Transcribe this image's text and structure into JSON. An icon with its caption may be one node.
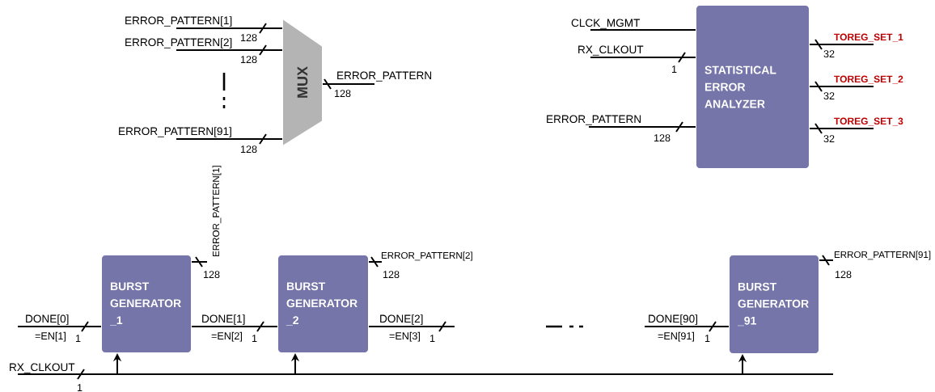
{
  "diagram": {
    "nodes": [
      {
        "text": [
          "MUX"
        ]
      },
      {
        "text": [
          "STATISTICAL ERROR ANALYZER"
        ]
      },
      {
        "text": [
          "BURST GENERATOR _1"
        ]
      },
      {
        "text": [
          "BURST GENERATOR _2"
        ]
      },
      {
        "text": [
          "BURST GENERATOR _91"
        ]
      }
    ],
    "edges": [
      {
        "from": null,
        "to": 0,
        "arrow": "none",
        "label": "ERROR_PATTERN[1]"
      },
      {
        "from": null,
        "to": 0,
        "arrow": "none",
        "label": "ERROR_PATTERN[2]"
      },
      {
        "from": null,
        "to": 0,
        "arrow": "none",
        "label": "ERROR_PATTERN[91]"
      },
      {
        "from": 0,
        "to": null,
        "arrow": "none",
        "label": "ERROR_PATTERN"
      },
      {
        "from": null,
        "to": 1,
        "arrow": "none",
        "label": "CLCK_MGMT"
      },
      {
        "from": null,
        "to": 1,
        "arrow": "none",
        "label": "RX_CLKOUT"
      },
      {
        "from": null,
        "to": 1,
        "arrow": "none",
        "label": "ERROR_PATTERN"
      },
      {
        "from": 1,
        "to": null,
        "arrow": "none",
        "label": "TOREG_SET_1"
      },
      {
        "from": 1,
        "to": null,
        "arrow": "none",
        "label": "TOREG_SET_2"
      },
      {
        "from": 1,
        "to": null,
        "arrow": "none",
        "label": "TOREG_SET_3"
      },
      {
        "from": 2,
        "to": null,
        "arrow": "none",
        "label": "ERROR_PATTERN[1]"
      },
      {
        "from": 3,
        "to": null,
        "arrow": "none",
        "label": "ERROR_PATTERN[2]"
      },
      {
        "from": 4,
        "to": null,
        "arrow": "none",
        "label": "ERROR_PATTERN[91]"
      },
      {
        "from": null,
        "to": 2,
        "arrow": "none",
        "label": "DONE[0]"
      },
      {
        "from": 2,
        "to": 3,
        "arrow": "none",
        "label": "DONE[1]"
      },
      {
        "from": 3,
        "to": null,
        "arrow": "none",
        "label": "DONE[2]"
      },
      {
        "from": null,
        "to": 4,
        "arrow": "none",
        "label": "DONE[90]"
      },
      {
        "from": null,
        "to": 2,
        "arrow": "to",
        "label": "RX_CLKOUT"
      },
      {
        "from": null,
        "to": 3,
        "arrow": "to"
      },
      {
        "from": null,
        "to": 4,
        "arrow": "to"
      }
    ],
    "labels": [
      "128",
      "128",
      "128",
      "128",
      "1",
      "128",
      "32",
      "32",
      "32",
      "128",
      "128",
      "128",
      "=EN[1]",
      "1",
      "=EN[2]",
      "1",
      "=EN[3]",
      "1",
      "=EN[91]",
      "1",
      "1"
    ]
  }
}
